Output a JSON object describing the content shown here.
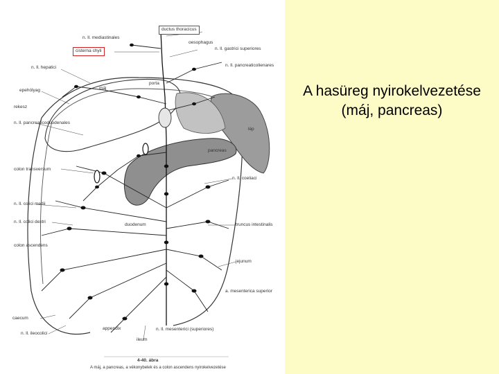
{
  "slide": {
    "title": "A hasüreg nyirokelvezetése (máj, pancreas)",
    "panel_color": "#fdfbc6",
    "highlight_color": "#d21f1f"
  },
  "figure": {
    "labels": {
      "ductus_thoracicus": "ductus thoracicus",
      "mediastinales": "n. ll. mediastinales",
      "cisterna_chyli": "cisterna chyli",
      "oesophagus": "oesophagus",
      "gastrici_superiores": "n. ll. gastrici superiores",
      "hepatici": "n. ll. hepatici",
      "pancreaticolienares": "n. ll. pancreaticolienares",
      "epeholyag": "epehólyag",
      "maj": "máj",
      "porta": "porta",
      "rekesz": "rekesz",
      "lep": "lép",
      "pancreaticoduodenales": "n. ll. pancreaticoduodenales",
      "pancreas": "pancreas",
      "colon_transversum": "colon transversum",
      "coeliaci": "n. ll. coeliaci",
      "colici_medii": "n. ll. colici medii",
      "colici_dextri": "n. ll. colici dextri",
      "truncus_intestinalis": "truncus intestinalis",
      "duodenum": "duodenum",
      "colon_ascendens": "colon ascendens",
      "jejunum": "jejunum",
      "a_mesenterica_superior": "a. mesenterica superior",
      "caecum": "caecum",
      "appendix": "appendix",
      "ileocolici": "n. ll. ileocolici",
      "mesenterici_superiores": "n. ll. mesenterici (superiores)",
      "ileum": "ileum",
      "fig_number": "4-40. ábra",
      "caption": "A máj, a pancreas, a vékonybelek és a colon ascendens nyirokelvezetése"
    }
  }
}
